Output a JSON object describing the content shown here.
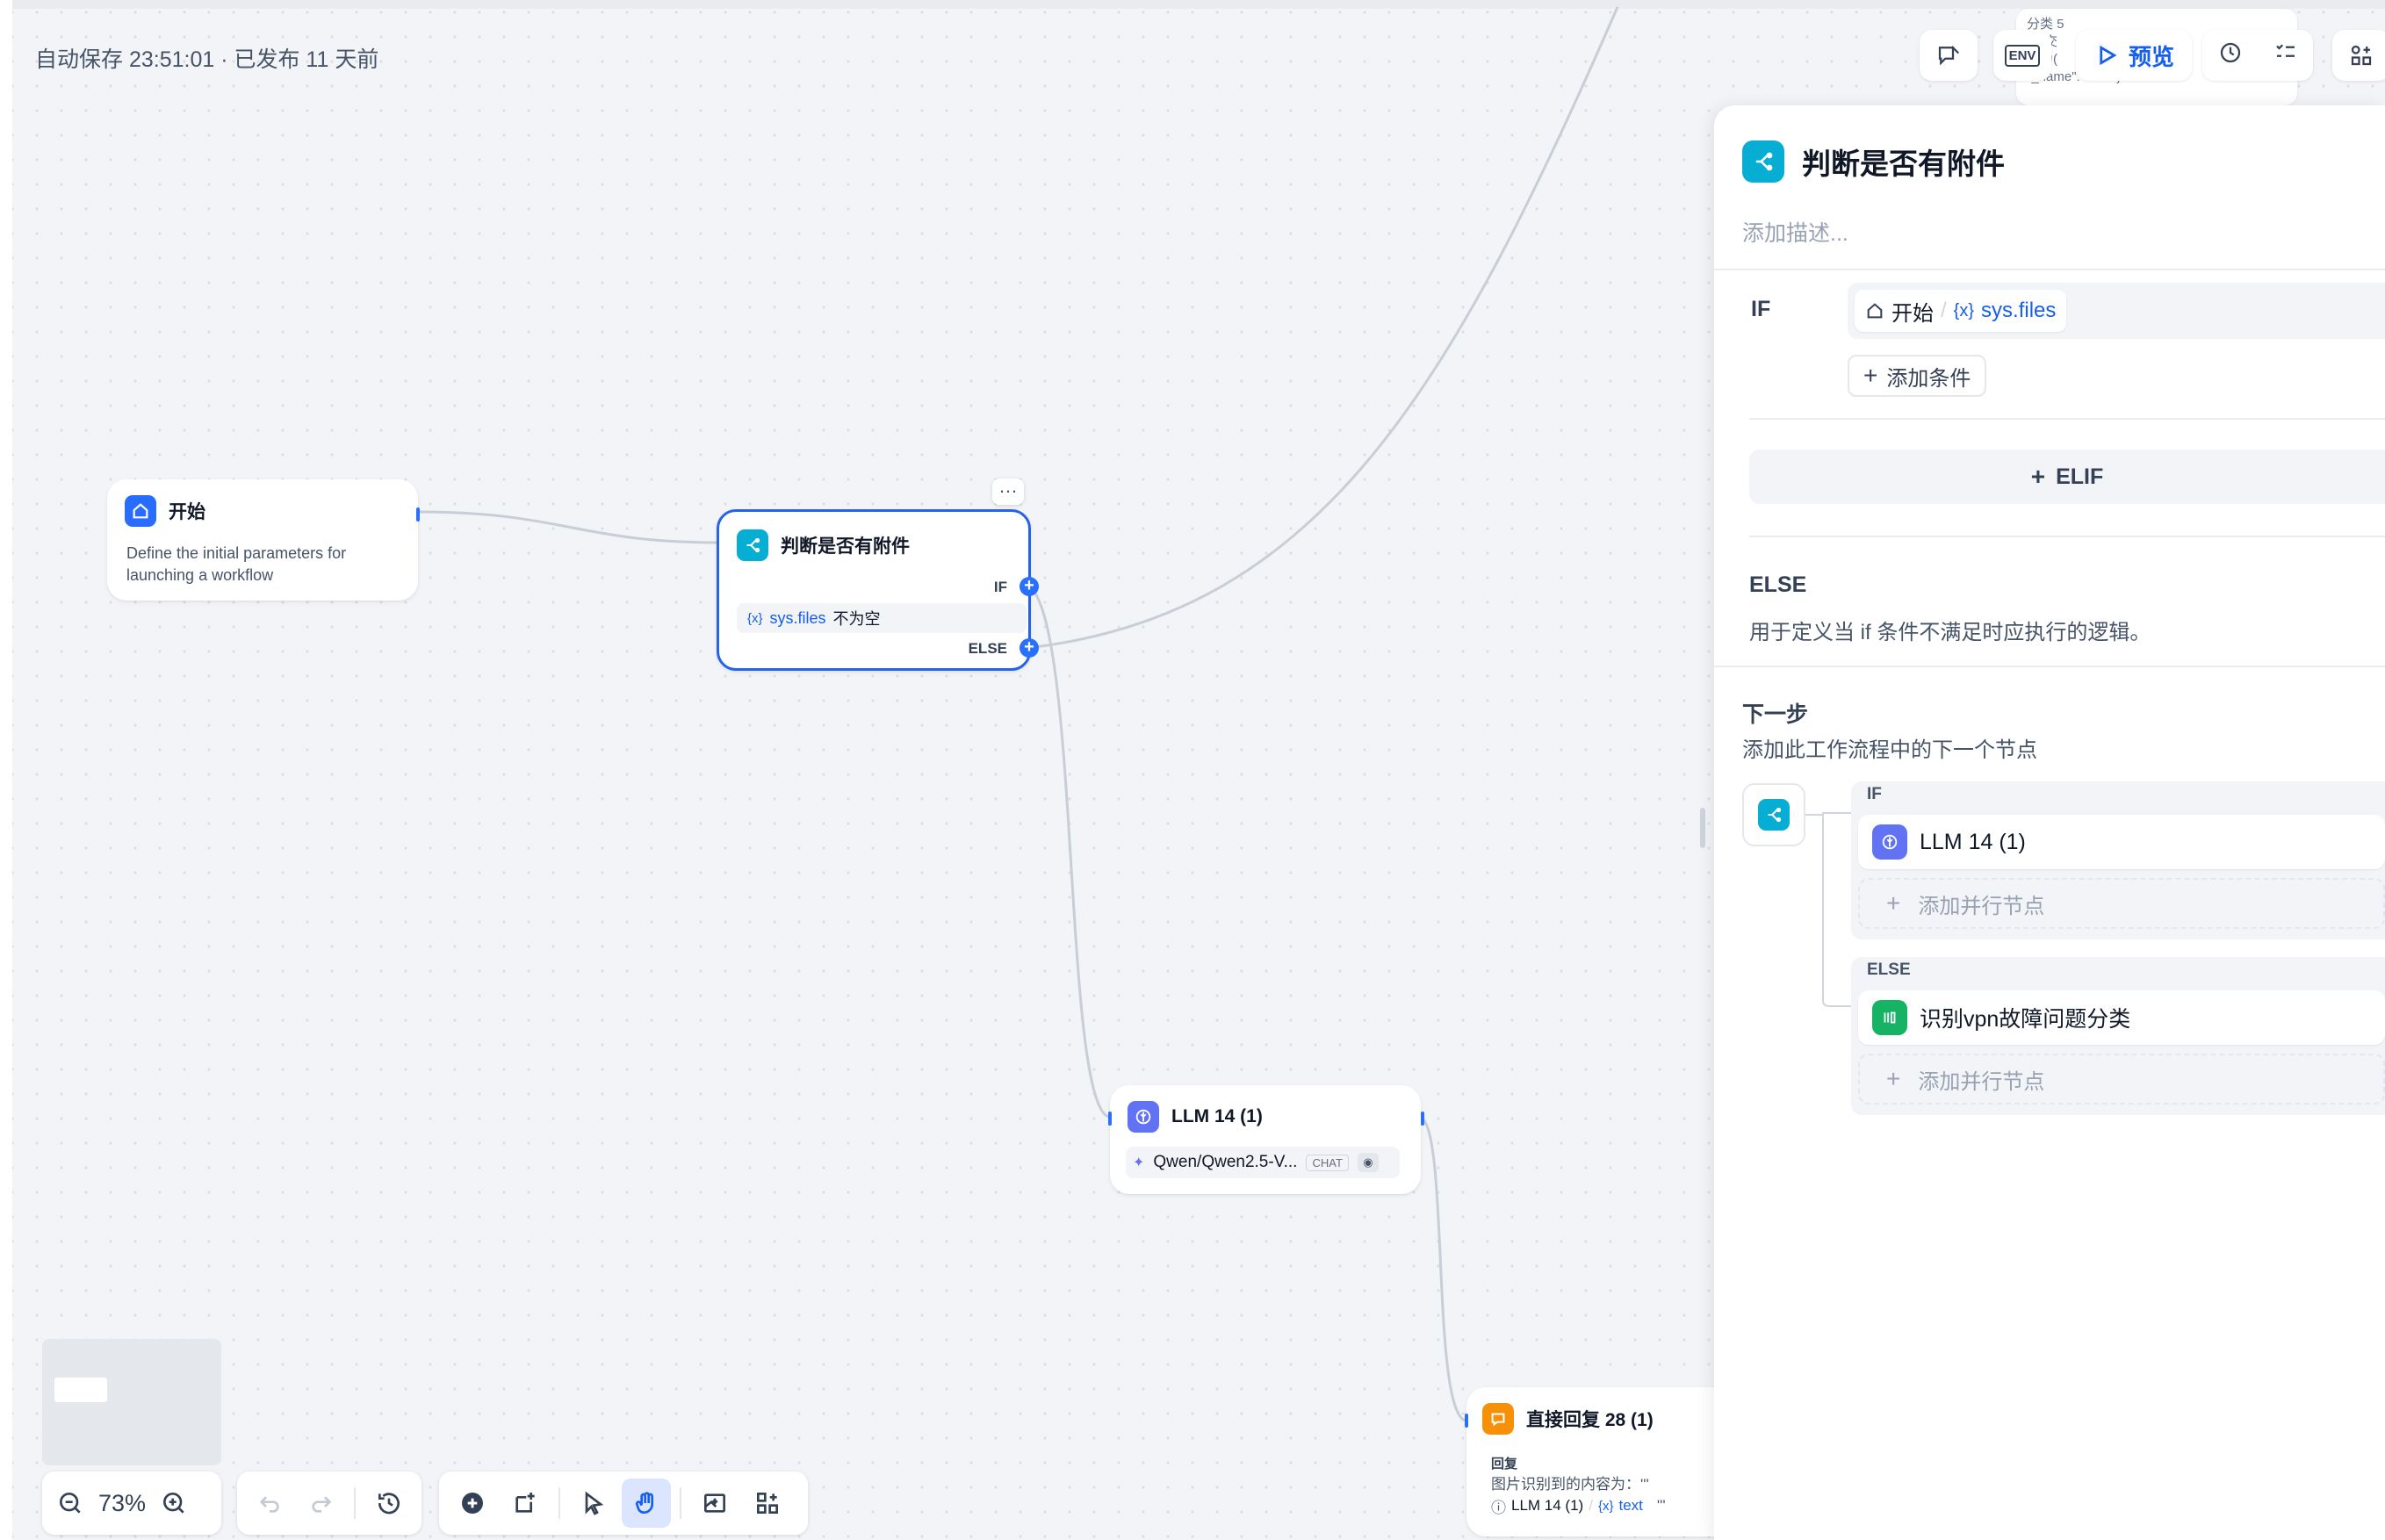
{
  "header": {
    "autosave": "自动保存 23:51:01 · 已发布 11 天前"
  },
  "toolbar": {
    "preview_label": "预览",
    "env_label": "ENV"
  },
  "canvas": {
    "nodes": {
      "start": {
        "title": "开始",
        "description": "Define the initial parameters for launching a workflow"
      },
      "ifelse": {
        "title": "判断是否有附件",
        "if_label": "IF",
        "else_label": "ELSE",
        "condition_glyph": "{x}",
        "condition_var": "sys.files",
        "condition_op": "不为空"
      },
      "llm": {
        "title": "LLM 14 (1)",
        "model": "Qwen/Qwen2.5-V...",
        "mode_badge": "CHAT"
      },
      "answer": {
        "title": "直接回复 28 (1)",
        "section_label": "回复",
        "content_line": "图片识别到的内容为：'''",
        "ref_node": "LLM 14 (1)",
        "ref_var": "text",
        "ref_suffix": "'''"
      },
      "ghost": {
        "line1": "分类 5",
        "line2": "“提交",
        "line3": "以为(",
        "line4": "\"_name\": \"xxx\" }"
      }
    },
    "zoom": "73%"
  },
  "panel": {
    "title": "判断是否有附件",
    "description_placeholder": "添加描述...",
    "if_label": "IF",
    "cond_chip_node": "开始",
    "cond_chip_glyph": "{x}",
    "cond_chip_var": "sys.files",
    "add_condition": "添加条件",
    "elif_label": "ELIF",
    "else_title": "ELSE",
    "else_desc": "用于定义当 if 条件不满足时应执行的逻辑。",
    "next_title": "下一步",
    "next_desc": "添加此工作流程中的下一个节点",
    "branches": [
      {
        "label": "IF",
        "target": "LLM 14 (1)",
        "add_parallel": "添加并行节点"
      },
      {
        "label": "ELSE",
        "target": "识别vpn故障问题分类",
        "add_parallel": "添加并行节点"
      }
    ]
  },
  "colors": {
    "accent": "#155eef",
    "handle": "#2970ff",
    "selected_border": "#2563eb",
    "ifelse_icon": "#06aed4",
    "llm_icon": "#6172f3",
    "answer_icon": "#f79009",
    "classifier_icon": "#16b364"
  }
}
